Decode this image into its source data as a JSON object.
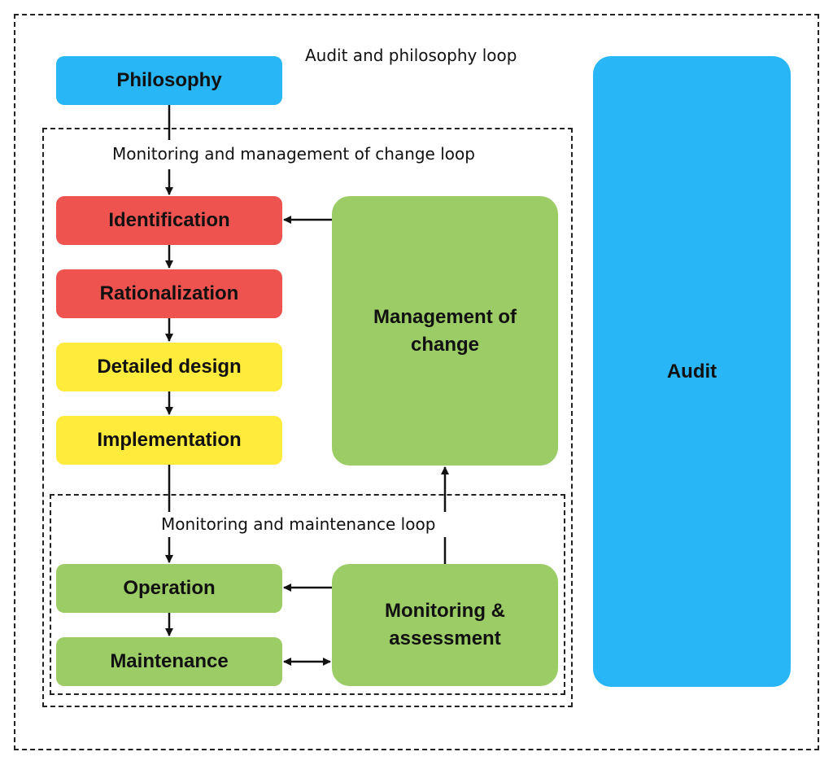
{
  "loops": {
    "audit_philosophy": "Audit and philosophy loop",
    "monitoring_change": "Monitoring and management of change loop",
    "monitoring_maintenance": "Monitoring and maintenance loop"
  },
  "nodes": {
    "philosophy": "Philosophy",
    "identification": "Identification",
    "rationalization": "Rationalization",
    "detailed_design": "Detailed design",
    "implementation": "Implementation",
    "management_of_change": "Management of change",
    "operation": "Operation",
    "maintenance": "Maintenance",
    "monitoring_assessment": "Monitoring & assessment",
    "audit": "Audit"
  },
  "colors": {
    "blue": "#29b6f6",
    "red": "#ef5350",
    "yellow": "#ffeb3b",
    "green": "#9ccc65"
  }
}
